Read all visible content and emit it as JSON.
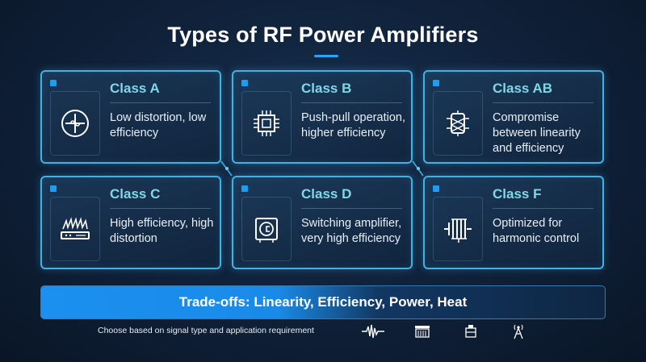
{
  "title": "Types of RF Power Amplifiers",
  "cards": [
    {
      "title": "Class A",
      "desc": "Low distortion, low efficiency",
      "icon": "circle-crosshair-icon"
    },
    {
      "title": "Class B",
      "desc": "Push-pull operation, higher efficiency",
      "icon": "chip-icon"
    },
    {
      "title": "Class AB",
      "desc": "Compromise between linearity and efficiency",
      "icon": "coil-icon"
    },
    {
      "title": "Class C",
      "desc": "High efficiency, high distortion",
      "icon": "heat-waves-icon"
    },
    {
      "title": "Class D",
      "desc": "Switching amplifier, very high efficiency",
      "icon": "switch-circuit-icon"
    },
    {
      "title": "Class F",
      "desc": "Optimized for harmonic control",
      "icon": "harmonic-filter-icon"
    }
  ],
  "tradeoff": "Trade-offs: Linearity, Efficiency, Power, Heat",
  "footnote": "Choose based on signal type and application requirement",
  "footer_icons": [
    "waveform-icon",
    "device-icon",
    "transistor-icon",
    "antenna-icon"
  ],
  "colors": {
    "accent": "#1e9cf0",
    "card_border": "#3fb3e6",
    "card_title": "#7fd8e8",
    "background": "#0f2038"
  }
}
